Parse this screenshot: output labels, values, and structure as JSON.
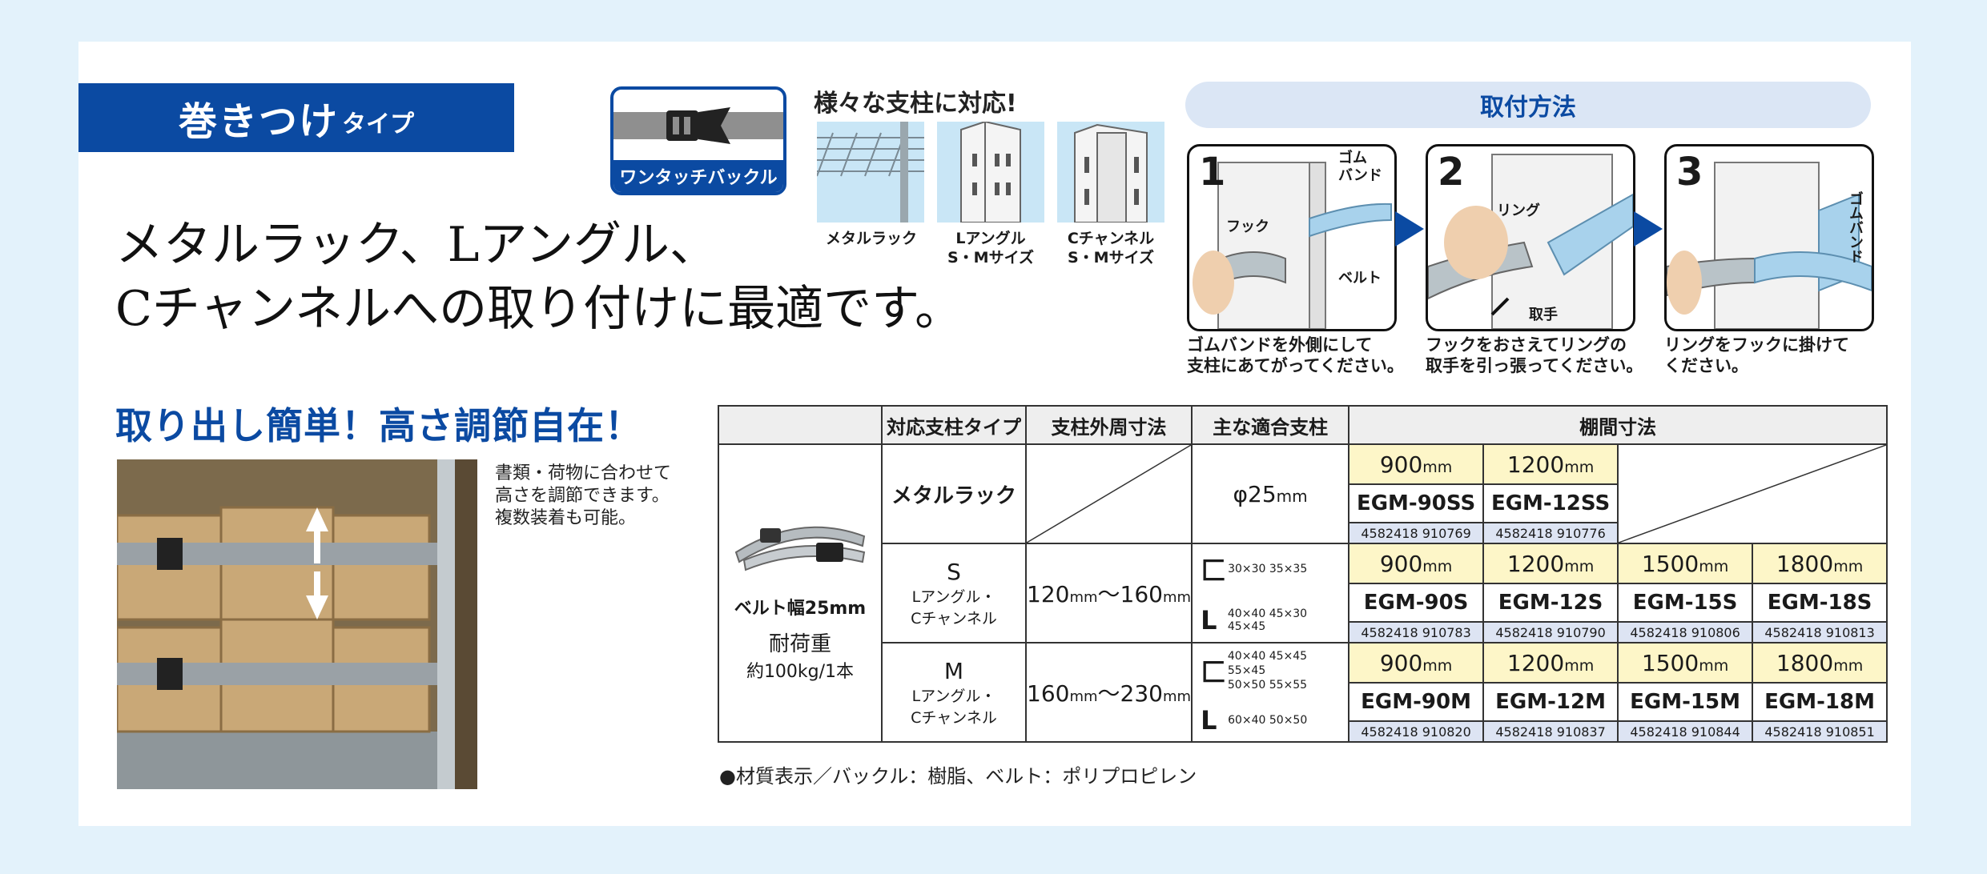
{
  "header": {
    "title_main": "巻きつけ",
    "title_sub": "タイプ"
  },
  "buckle": {
    "label": "ワンタッチバックル"
  },
  "supports": {
    "title": "様々な支柱に対応!",
    "items": [
      {
        "line1": "メタルラック",
        "line2": ""
      },
      {
        "line1": "Lアングル",
        "line2": "S・Mサイズ"
      },
      {
        "line1": "Cチャンネル",
        "line2": "S・Mサイズ"
      }
    ]
  },
  "headline": {
    "line1": "メタルラック、Lアングル、",
    "line2": "Cチャンネルへの取り付けに最適です。"
  },
  "install": {
    "title": "取付方法",
    "steps": [
      {
        "num": "1",
        "caption1": "ゴムバンドを外側にして",
        "caption2": "支柱にあてがってください。",
        "labels": [
          "ゴム",
          "バンド",
          "フック",
          "ベルト"
        ]
      },
      {
        "num": "2",
        "caption1": "フックをおさえてリングの",
        "caption2": "取手を引っ張ってください。",
        "labels": [
          "リング",
          "取手"
        ]
      },
      {
        "num": "3",
        "caption1": "リングをフックに掛けて",
        "caption2": "ください。",
        "labels": [
          "ゴムバンド"
        ]
      }
    ]
  },
  "adjust": {
    "title": "取り出し簡単！高さ調節自在！",
    "note1": "書類・荷物に合わせて",
    "note2": "高さを調節できます。",
    "note3": "複数装着も可能。"
  },
  "table": {
    "headers": [
      "対応支柱タイプ",
      "支柱外周寸法",
      "主な適合支柱",
      "棚間寸法"
    ],
    "product": {
      "belt": "ベルト幅25mm",
      "load_label": "耐荷重",
      "load_value": "約100kg/1本"
    },
    "unit": "mm",
    "rows": [
      {
        "type_main": "メタルラック",
        "type_sub1": "",
        "type_sub2": "",
        "perimeter": "",
        "fit": "φ25",
        "fit_unit": "mm",
        "items": [
          {
            "size": "900",
            "model": "EGM-90SS",
            "jan": "4582418 910769"
          },
          {
            "size": "1200",
            "model": "EGM-12SS",
            "jan": "4582418 910776"
          }
        ]
      },
      {
        "type_main": "S",
        "type_sub1": "Lアングル・",
        "type_sub2": "Cチャンネル",
        "perimeter_from": "120",
        "perimeter_to": "160",
        "tilde": "〜",
        "fit_c": "30×30  35×35",
        "fit_l": "40×40  45×30  45×45",
        "items": [
          {
            "size": "900",
            "model": "EGM-90S",
            "jan": "4582418 910783"
          },
          {
            "size": "1200",
            "model": "EGM-12S",
            "jan": "4582418 910790"
          },
          {
            "size": "1500",
            "model": "EGM-15S",
            "jan": "4582418 910806"
          },
          {
            "size": "1800",
            "model": "EGM-18S",
            "jan": "4582418 910813"
          }
        ]
      },
      {
        "type_main": "M",
        "type_sub1": "Lアングル・",
        "type_sub2": "Cチャンネル",
        "perimeter_from": "160",
        "perimeter_to": "230",
        "tilde": "〜",
        "fit_c1": "40×40  45×45  55×45",
        "fit_c2": "50×50  55×55",
        "fit_l": "60×40  50×50",
        "items": [
          {
            "size": "900",
            "model": "EGM-90M",
            "jan": "4582418 910820"
          },
          {
            "size": "1200",
            "model": "EGM-12M",
            "jan": "4582418 910837"
          },
          {
            "size": "1500",
            "model": "EGM-15M",
            "jan": "4582418 910844"
          },
          {
            "size": "1800",
            "model": "EGM-18M",
            "jan": "4582418 910851"
          }
        ]
      }
    ]
  },
  "material": "●材質表示／バックル：樹脂、ベルト：ポリプロピレン",
  "colors": {
    "brand_blue": "#0b4aa2",
    "size_cell": "#fdf6c8",
    "jan_cell": "#dde4f3",
    "pale_blue": "#c9e6f6"
  }
}
